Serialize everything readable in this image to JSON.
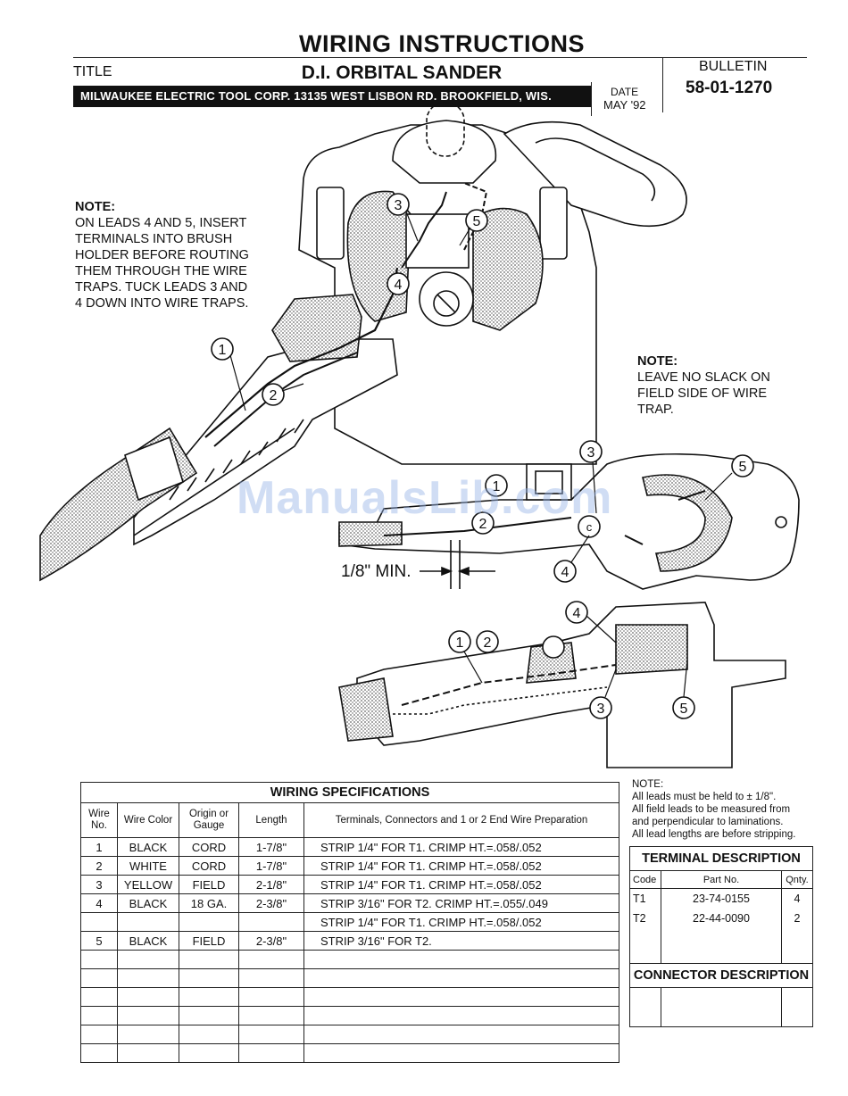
{
  "header": {
    "main_title": "WIRING INSTRUCTIONS",
    "title_label": "TITLE",
    "doc_title": "D.I. ORBITAL SANDER",
    "company": "MILWAUKEE ELECTRIC TOOL CORP.    13135 WEST LISBON RD.  BROOKFIELD, WIS.",
    "date_label": "DATE",
    "date_value": "MAY '92",
    "bulletin_label": "BULLETIN",
    "bulletin_value": "58-01-1270"
  },
  "notes": {
    "note1_heading": "NOTE:",
    "note1_text": "ON LEADS 4 AND 5, INSERT\nTERMINALS INTO BRUSH\nHOLDER BEFORE ROUTING\nTHEM THROUGH THE WIRE\nTRAPS. TUCK LEADS 3 AND\n4 DOWN INTO WIRE TRAPS.",
    "note2_heading": "NOTE:",
    "note2_text": "LEAVE NO SLACK ON\nFIELD SIDE OF WIRE\nTRAP.",
    "min_label": "1/8\" MIN.",
    "watermark": "ManualsLib.com"
  },
  "callouts": {
    "n1": "1",
    "n2": "2",
    "n3": "3",
    "n4": "4",
    "n5": "5",
    "c": "c"
  },
  "wiring_spec": {
    "caption": "WIRING SPECIFICATIONS",
    "headers": [
      "Wire No.",
      "Wire Color",
      "Origin or Gauge",
      "Length",
      "Terminals, Connectors and 1 or 2 End Wire Preparation"
    ],
    "rows": [
      [
        "1",
        "BLACK",
        "CORD",
        "1-7/8\"",
        "STRIP 1/4\" FOR T1. CRIMP HT.=.058/.052"
      ],
      [
        "2",
        "WHITE",
        "CORD",
        "1-7/8\"",
        "STRIP 1/4\" FOR T1. CRIMP HT.=.058/.052"
      ],
      [
        "3",
        "YELLOW",
        "FIELD",
        "2-1/8\"",
        "STRIP 1/4\" FOR T1. CRIMP HT.=.058/.052"
      ],
      [
        "4",
        "BLACK",
        "18 GA.",
        "2-3/8\"",
        "STRIP 3/16\" FOR T2. CRIMP HT.=.055/.049"
      ],
      [
        "",
        "",
        "",
        "",
        "STRIP 1/4\" FOR T1. CRIMP HT.=.058/.052"
      ],
      [
        "5",
        "BLACK",
        "FIELD",
        "2-3/8\"",
        "STRIP 3/16\" FOR T2."
      ]
    ]
  },
  "right_note": {
    "heading": "NOTE:",
    "lines": "All leads must be held to ± 1/8\".\nAll field leads to be measured from\nand perpendicular to laminations.\nAll lead lengths are before stripping."
  },
  "terminal": {
    "caption": "TERMINAL DESCRIPTION",
    "headers": [
      "Code",
      "Part No.",
      "Qnty."
    ],
    "rows": [
      [
        "T1",
        "23-74-0155",
        "4"
      ],
      [
        "T2",
        "22-44-0090",
        "2"
      ]
    ],
    "connector_caption": "CONNECTOR DESCRIPTION"
  }
}
